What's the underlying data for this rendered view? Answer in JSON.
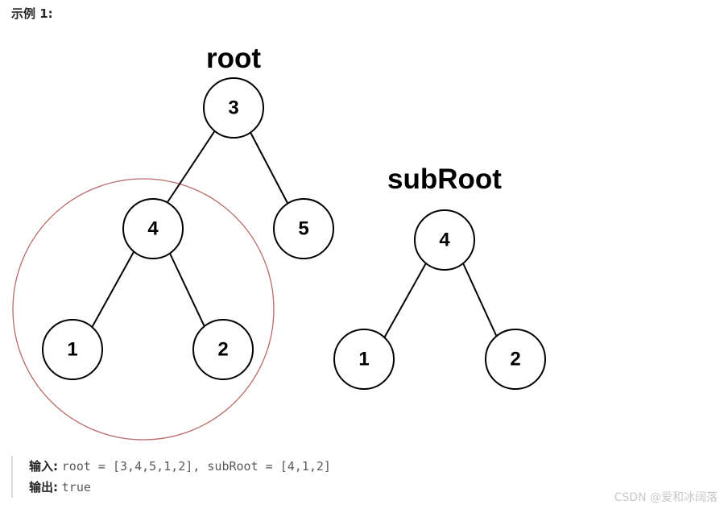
{
  "example_title": "示例 1:",
  "trees": {
    "root": {
      "title": "root",
      "nodes": [
        {
          "id": "r3",
          "label": "3"
        },
        {
          "id": "r4",
          "label": "4"
        },
        {
          "id": "r5",
          "label": "5"
        },
        {
          "id": "r1",
          "label": "1"
        },
        {
          "id": "r2",
          "label": "2"
        }
      ],
      "edges": [
        [
          "r3",
          "r4"
        ],
        [
          "r3",
          "r5"
        ],
        [
          "r4",
          "r1"
        ],
        [
          "r4",
          "r2"
        ]
      ]
    },
    "subRoot": {
      "title": "subRoot",
      "nodes": [
        {
          "id": "s4",
          "label": "4"
        },
        {
          "id": "s1",
          "label": "1"
        },
        {
          "id": "s2",
          "label": "2"
        }
      ],
      "edges": [
        [
          "s4",
          "s1"
        ],
        [
          "s4",
          "s2"
        ]
      ]
    }
  },
  "highlight_color": "#b86a66",
  "io": {
    "input_label": "输入:",
    "input_value": "root = [3,4,5,1,2], subRoot = [4,1,2]",
    "output_label": "输出:",
    "output_value": "true"
  },
  "watermark": "CSDN @爱和冰阔落"
}
